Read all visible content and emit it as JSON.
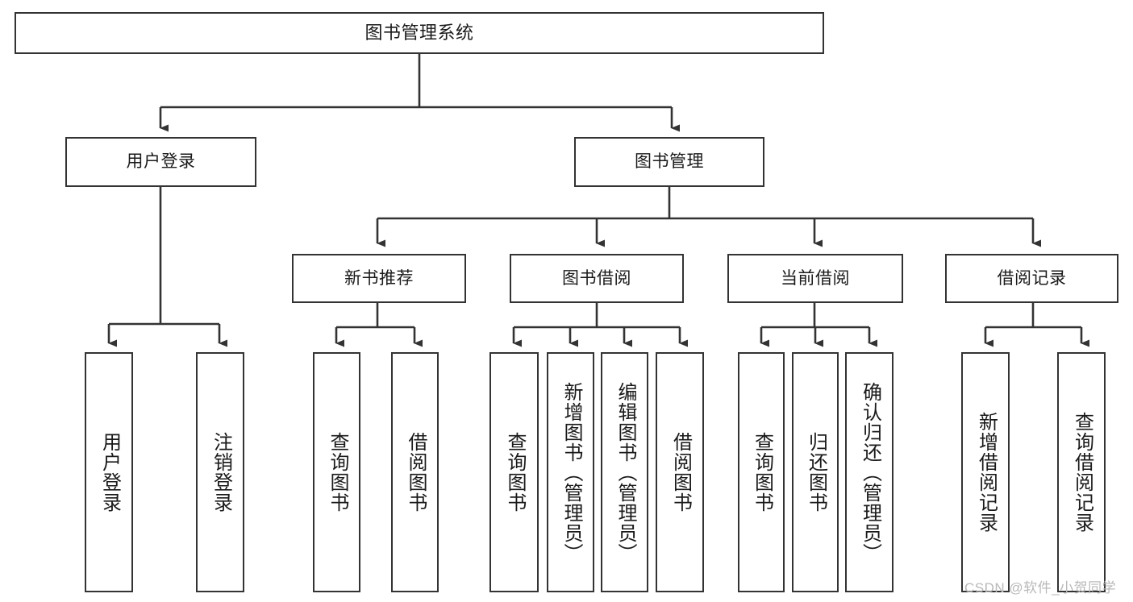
{
  "diagram": {
    "type": "tree-hierarchy-chart",
    "title": "图书管理系统",
    "orientation": "top-down",
    "edge_color": "#333333",
    "node_border_color": "#333333",
    "node_fill_color": "#ffffff",
    "text_color": "#1a1a1a"
  },
  "watermark": {
    "text": "CSDN @软件_小贺同学",
    "color": "#b9b9b9"
  },
  "nodes": {
    "root": {
      "label": "图书管理系统",
      "level": 0
    },
    "level1": [
      {
        "id": "user-login",
        "label": "用户登录"
      },
      {
        "id": "book-management",
        "label": "图书管理"
      }
    ],
    "level2": [
      {
        "id": "new-book-recommend",
        "label": "新书推荐",
        "parent": "book-management"
      },
      {
        "id": "book-borrow",
        "label": "图书借阅",
        "parent": "book-management"
      },
      {
        "id": "current-borrow",
        "label": "当前借阅",
        "parent": "book-management"
      },
      {
        "id": "borrow-record",
        "label": "借阅记录",
        "parent": "book-management"
      }
    ],
    "leaves": {
      "user_login": [
        {
          "id": "leaf-user-login",
          "label": "用户登录"
        },
        {
          "id": "leaf-user-logout",
          "label": "注销登录"
        }
      ],
      "new_book_recommend": [
        {
          "id": "leaf-query-book-1",
          "label": "查询图书"
        },
        {
          "id": "leaf-borrow-book-1",
          "label": "借阅图书"
        }
      ],
      "book_borrow": [
        {
          "id": "leaf-query-book-2",
          "label": "查询图书"
        },
        {
          "id": "leaf-add-book",
          "label": "新增图书（管理员）"
        },
        {
          "id": "leaf-edit-book",
          "label": "编辑图书（管理员）"
        },
        {
          "id": "leaf-borrow-book-2",
          "label": "借阅图书"
        }
      ],
      "current_borrow": [
        {
          "id": "leaf-query-book-3",
          "label": "查询图书"
        },
        {
          "id": "leaf-return-book",
          "label": "归还图书"
        },
        {
          "id": "leaf-confirm-return",
          "label": "确认归还（管理员）"
        }
      ],
      "borrow_record": [
        {
          "id": "leaf-add-record",
          "label": "新增借阅记录"
        },
        {
          "id": "leaf-query-record",
          "label": "查询借阅记录"
        }
      ]
    }
  }
}
